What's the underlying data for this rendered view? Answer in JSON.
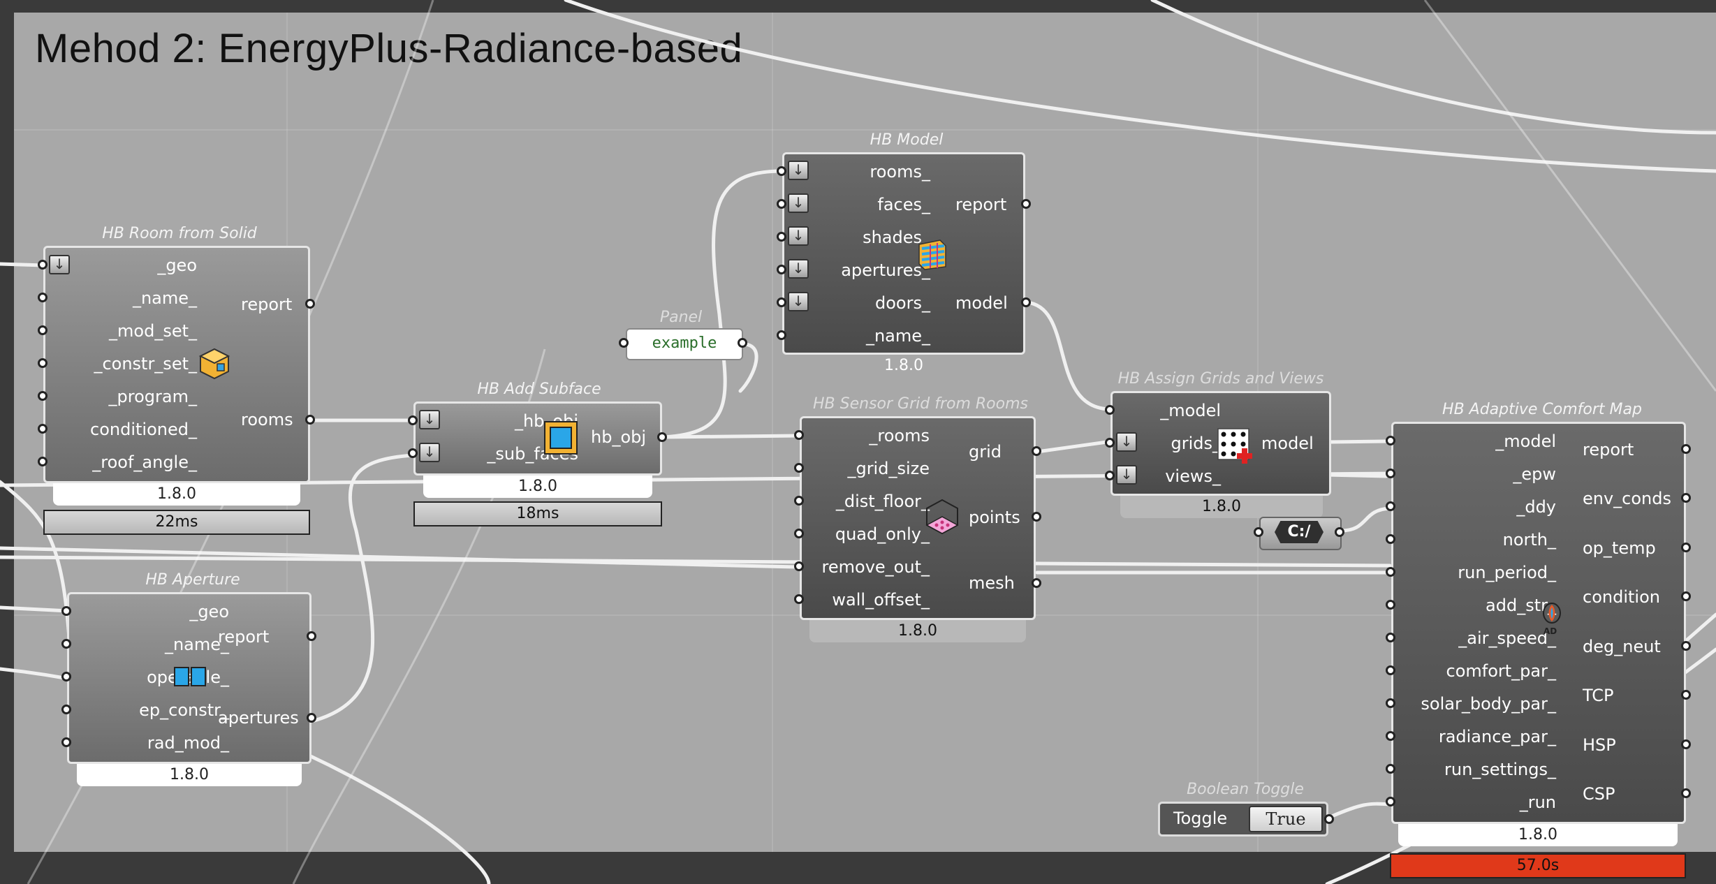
{
  "canvas": {
    "title": "Mehod 2: EnergyPlus-Radiance-based"
  },
  "components": {
    "room_from_solid": {
      "label": "HB Room from Solid",
      "inputs": [
        "_geo",
        "_name_",
        "_mod_set_",
        "_constr_set_",
        "_program_",
        "conditioned_",
        "_roof_angle_"
      ],
      "outputs": [
        "report",
        "rooms"
      ],
      "version": "1.8.0",
      "timer": "22ms",
      "icon": "room-box-icon"
    },
    "add_subface": {
      "label": "HB Add Subface",
      "inputs": [
        "_hb_obj",
        "_sub_faces"
      ],
      "outputs": [
        "hb_obj"
      ],
      "version": "1.8.0",
      "timer": "18ms",
      "icon": "subface-icon"
    },
    "aperture": {
      "label": "HB Aperture",
      "inputs": [
        "_geo",
        "_name_",
        "operable_",
        "ep_constr_",
        "rad_mod_"
      ],
      "outputs": [
        "report",
        "apertures"
      ],
      "version": "1.8.0",
      "icon": "aperture-window-icon"
    },
    "panel": {
      "label": "Panel",
      "value": "example"
    },
    "model": {
      "label": "HB Model",
      "inputs": [
        "rooms_",
        "faces_",
        "shades_",
        "apertures_",
        "doors_",
        "_name_"
      ],
      "outputs": [
        "report",
        "model"
      ],
      "version": "1.8.0",
      "icon": "model-building-icon"
    },
    "sensor_grid": {
      "label": "HB Sensor Grid from Rooms",
      "inputs": [
        "_rooms",
        "_grid_size",
        "_dist_floor_",
        "quad_only_",
        "remove_out_",
        "wall_offset_"
      ],
      "outputs": [
        "grid",
        "points",
        "mesh"
      ],
      "version": "1.8.0",
      "icon": "sensor-grid-icon"
    },
    "assign_grids": {
      "label": "HB Assign Grids and Views",
      "inputs": [
        "_model",
        "grids_",
        "views_"
      ],
      "outputs": [
        "model"
      ],
      "version": "1.8.0",
      "icon": "grid-assign-icon"
    },
    "path_param": {
      "label": "C:/",
      "icon": "file-path-icon"
    },
    "adaptive_map": {
      "label": "HB Adaptive Comfort Map",
      "inputs": [
        "_model",
        "_epw",
        "_ddy",
        "north_",
        "run_period_",
        "add_str_",
        "_air_speed_",
        "comfort_par_",
        "solar_body_par_",
        "radiance_par_",
        "run_settings_",
        "_run"
      ],
      "outputs": [
        "report",
        "env_conds",
        "op_temp",
        "condition",
        "deg_neut",
        "TCP",
        "HSP",
        "CSP"
      ],
      "version": "1.8.0",
      "timer": "57.0s",
      "icon": "adaptive-comfort-icon"
    },
    "boolean_toggle": {
      "label": "Boolean Toggle",
      "name": "Toggle",
      "value": "True"
    }
  },
  "colors": {
    "canvas_bg": "#a8a8a8",
    "frame_bg": "#3a3a3a",
    "component_bg": "#555555",
    "timer_warning": "#e0391a",
    "wire": "#f0f0f0"
  }
}
